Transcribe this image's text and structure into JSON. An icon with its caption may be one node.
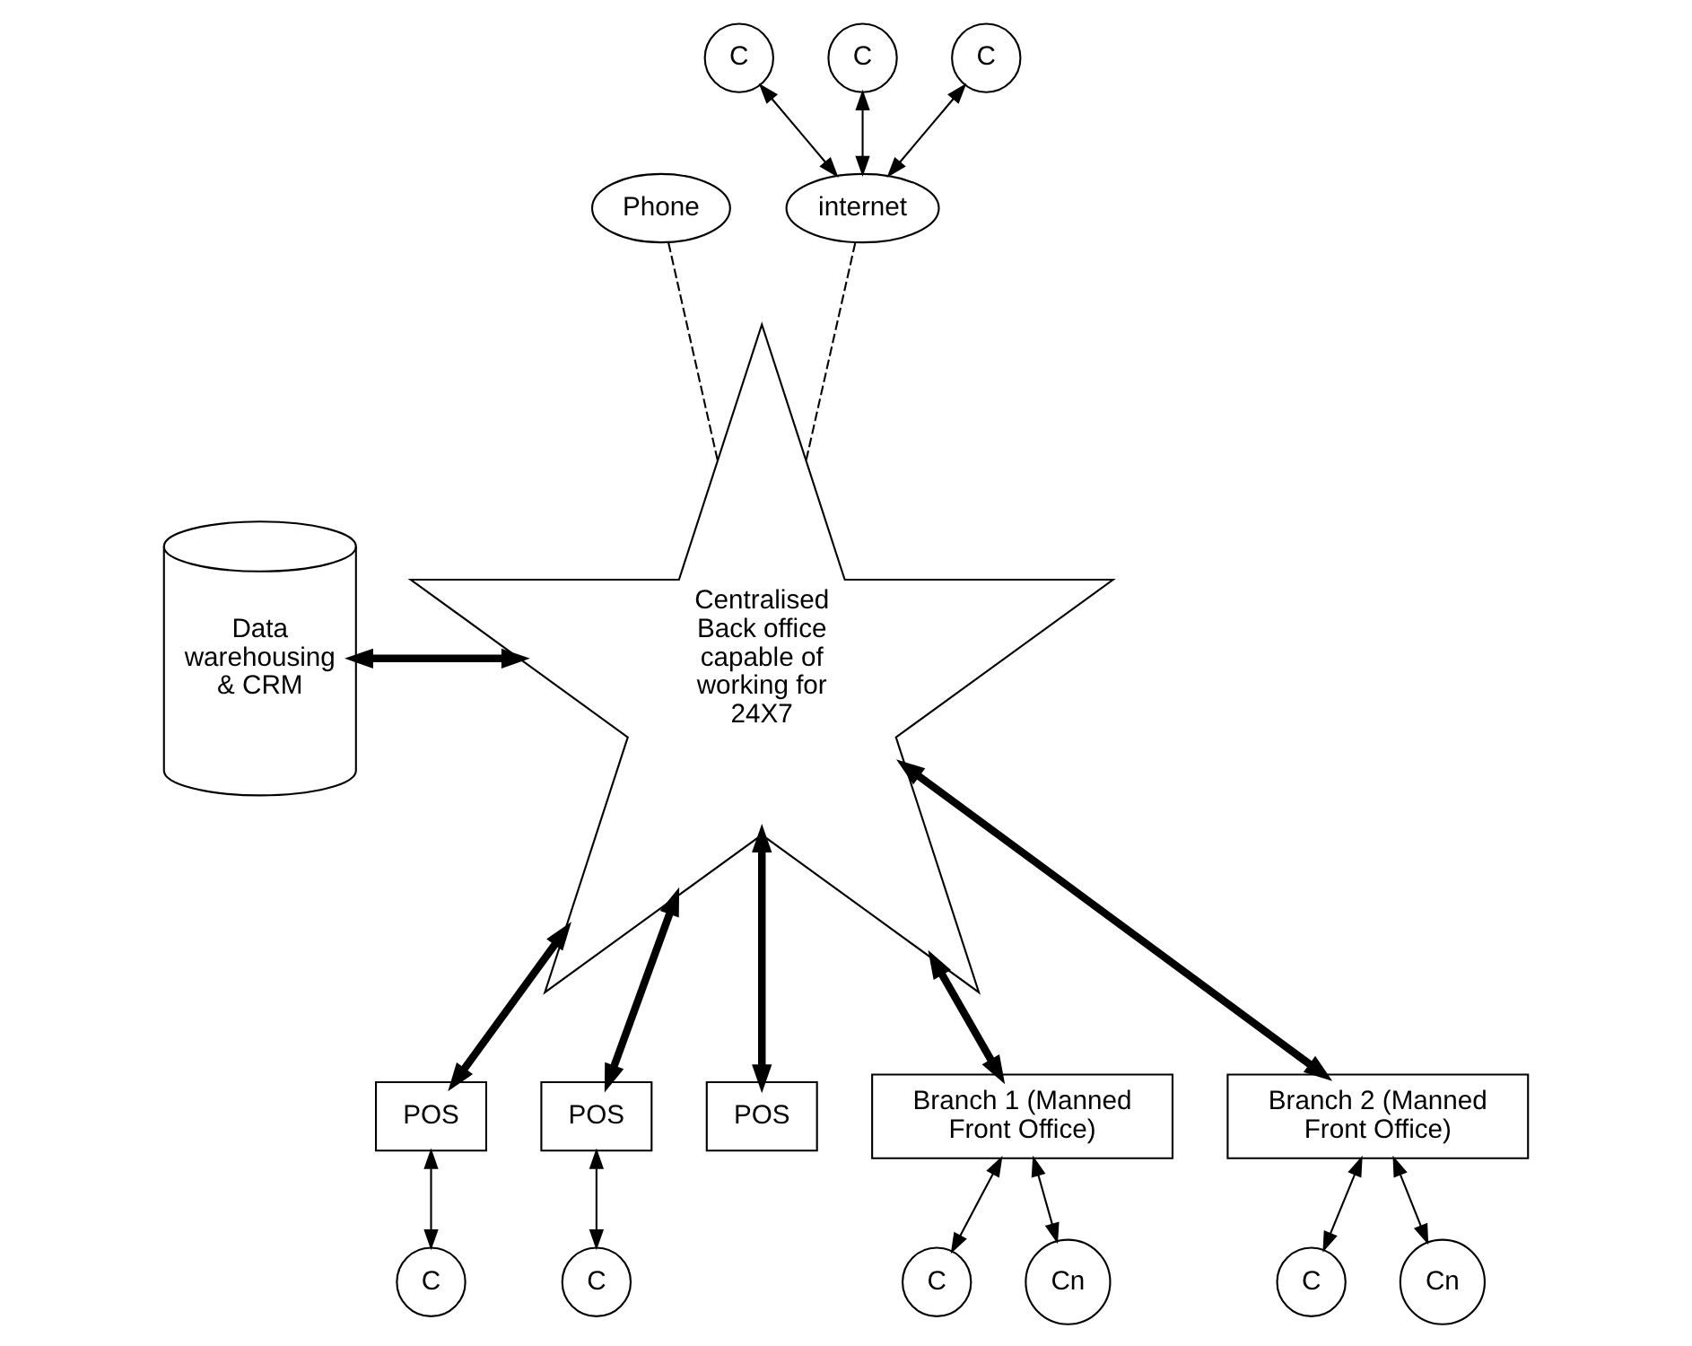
{
  "diagram": {
    "nodes": [
      {
        "text": [
          "internet"
        ]
      },
      {
        "text": [
          "C"
        ]
      },
      {
        "text": [
          "C"
        ]
      },
      {
        "text": [
          "C"
        ]
      },
      {
        "text": [
          "Phone"
        ]
      },
      {
        "text": [
          "Data warehousing & CRM"
        ]
      },
      {
        "text": [
          "Centralised Back office capable of working for 24X7"
        ]
      },
      {
        "text": [
          "POS"
        ]
      },
      {
        "text": [
          "C"
        ]
      },
      {
        "text": [
          "POS"
        ]
      },
      {
        "text": [
          "C"
        ]
      },
      {
        "text": [
          "POS"
        ]
      },
      {
        "text": [
          "Branch 1 (Manned Front Office)"
        ]
      },
      {
        "text": [
          "Branch 2 (Manned Front Office)"
        ]
      },
      {
        "text": [
          "C"
        ]
      },
      {
        "text": [
          "Cn"
        ]
      },
      {
        "text": [
          "C"
        ]
      },
      {
        "text": [
          "Cn"
        ]
      }
    ],
    "edges": [
      {
        "from": 1,
        "to": 0,
        "arrow": "both"
      },
      {
        "from": 2,
        "to": 0,
        "arrow": "both"
      },
      {
        "from": 3,
        "to": 0,
        "arrow": "both"
      },
      {
        "from": 0,
        "to": 6,
        "arrow": "none",
        "style": "dashed"
      },
      {
        "from": 4,
        "to": 6,
        "arrow": "none",
        "style": "dashed"
      },
      {
        "from": 5,
        "to": 6,
        "arrow": "both",
        "style": "thick"
      },
      {
        "from": 6,
        "to": 7,
        "arrow": "both",
        "style": "thick"
      },
      {
        "from": 6,
        "to": 9,
        "arrow": "both",
        "style": "thick"
      },
      {
        "from": 6,
        "to": 11,
        "arrow": "both",
        "style": "thick"
      },
      {
        "from": 6,
        "to": 12,
        "arrow": "both",
        "style": "thick"
      },
      {
        "from": 6,
        "to": 13,
        "arrow": "both",
        "style": "thick"
      },
      {
        "from": 7,
        "to": 8,
        "arrow": "both"
      },
      {
        "from": 9,
        "to": 10,
        "arrow": "both"
      },
      {
        "from": 12,
        "to": 14,
        "arrow": "both"
      },
      {
        "from": 12,
        "to": 15,
        "arrow": "both"
      },
      {
        "from": 13,
        "to": 16,
        "arrow": "both"
      },
      {
        "from": 13,
        "to": 17,
        "arrow": "both"
      }
    ]
  }
}
